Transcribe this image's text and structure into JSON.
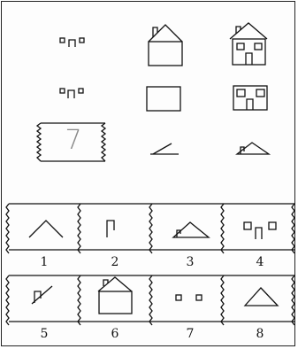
{
  "puzzle": {
    "answer_slot_text": "7",
    "options": [
      {
        "number": "1",
        "shape": "roof-outline"
      },
      {
        "number": "2",
        "shape": "chimney"
      },
      {
        "number": "3",
        "shape": "roof-with-chimney"
      },
      {
        "number": "4",
        "shape": "windows-and-door"
      },
      {
        "number": "5",
        "shape": "slanted-line-with-chimney"
      },
      {
        "number": "6",
        "shape": "house-with-roof"
      },
      {
        "number": "7",
        "shape": "two-windows"
      },
      {
        "number": "8",
        "shape": "triangle"
      }
    ]
  }
}
